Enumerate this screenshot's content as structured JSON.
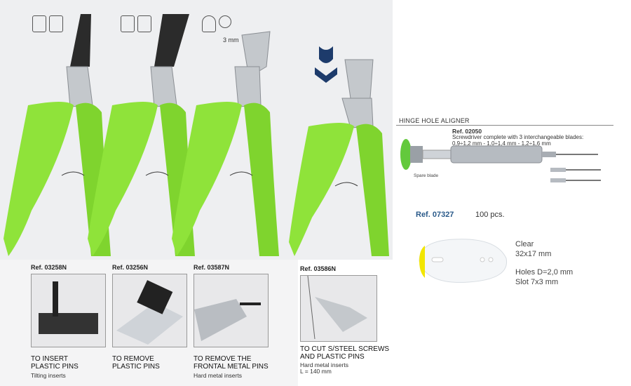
{
  "pliers": [
    {
      "ref": "Ref. 03258N",
      "caption": [
        "TO INSERT",
        "PLASTIC PINS"
      ],
      "sub": [
        "Tilting inserts"
      ]
    },
    {
      "ref": "Ref. 03256N",
      "caption": [
        "TO REMOVE",
        "PLASTIC PINS"
      ],
      "sub": []
    },
    {
      "ref": "Ref. 03587N",
      "caption": [
        "TO REMOVE THE",
        "FRONTAL METAL PINS"
      ],
      "sub": [
        "Hard metal inserts"
      ]
    },
    {
      "ref": "Ref. 03586N",
      "caption": [
        "TO CUT S/STEEL SCREWS",
        "AND PLASTIC PINS"
      ],
      "sub": [
        "Hard metal inserts",
        "L = 140 mm"
      ]
    }
  ],
  "dimension_label": "3 mm",
  "hinge": {
    "title": "HINGE HOLE ALIGNER",
    "ref": "Ref. 02050",
    "description": "Screwdriver complete with 3 interchangeable blades:",
    "sizes": "0,9÷1,2 mm - 1,0÷1,4 mm - 1,2÷1,6 mm",
    "spare_label": "Spare blade"
  },
  "shim": {
    "ref": "Ref. 07327",
    "qty": "100 pcs.",
    "color": "Clear",
    "size": "32x17 mm",
    "holes": "Holes D=2,0 mm",
    "slot": "Slot 7x3 mm"
  },
  "colors": {
    "handle": "#8fe33a",
    "handle_dark": "#6cc21e",
    "steel": "#b9bdc2",
    "ref_blue": "#2a5a8a",
    "shim_tip": "#f2e600"
  }
}
